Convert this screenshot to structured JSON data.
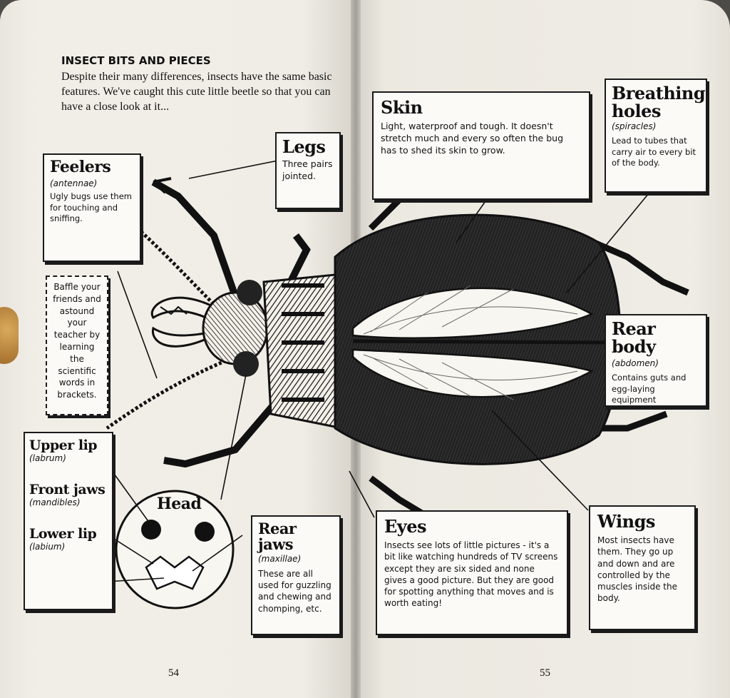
{
  "left_page": {
    "heading": "INSECT BITS AND PIECES",
    "intro": "Despite their many differences, insects have the same basic features. We've caught this cute little beetle so that you can have a close look at it...",
    "page_number": "54"
  },
  "right_page": {
    "page_number": "55"
  },
  "labels": {
    "feelers": {
      "title": "Feelers",
      "latin": "(antennae)",
      "text": "Ugly bugs use them for touching and sniffing."
    },
    "baffle": {
      "text": "Baffle your friends and astound your teacher by learning the scientific words in brackets."
    },
    "legs": {
      "title": "Legs",
      "text": "Three pairs jointed."
    },
    "upper_lip": {
      "title": "Upper lip",
      "latin": "(labrum)"
    },
    "front_jaws": {
      "title": "Front jaws",
      "latin": "(mandibles)"
    },
    "lower_lip": {
      "title": "Lower lip",
      "latin": "(labium)"
    },
    "head": {
      "title": "Head"
    },
    "rear_jaws": {
      "title": "Rear jaws",
      "latin": "(maxillae)",
      "text": "These are all used for guzzling and chewing and chomping, etc."
    },
    "skin": {
      "title": "Skin",
      "text": "Light, waterproof and tough. It doesn't stretch much and every so often the bug has to shed its skin to grow."
    },
    "breathing": {
      "title": "Breathing holes",
      "latin": "(spiracles)",
      "text": "Lead to tubes that carry air to every bit of the body."
    },
    "rear_body": {
      "title": "Rear body",
      "latin": "(abdomen)",
      "text": "Contains guts and egg-laying equipment"
    },
    "eyes": {
      "title": "Eyes",
      "text": "Insects see lots of little pictures - it's a bit like watching hundreds of TV screens except they are six sided and none gives a good picture. But they are good for spotting anything that moves and is worth eating!"
    },
    "wings": {
      "title": "Wings",
      "text": "Most insects have them. They go up and down and are controlled by the muscles inside the body."
    }
  },
  "colors": {
    "ink": "#111111",
    "paper": "#efece4",
    "box": "#fbfaf6"
  }
}
